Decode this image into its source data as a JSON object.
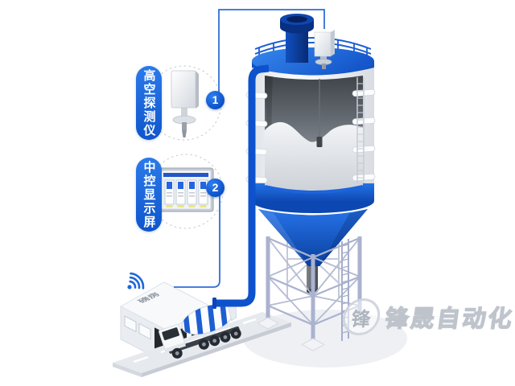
{
  "illustration": {
    "callouts": [
      {
        "number": "1",
        "label": "高空探测仪"
      },
      {
        "number": "2",
        "label": "中控显示屏"
      }
    ],
    "building": {
      "label": "磅房"
    },
    "watermark": {
      "logo_char": "锋",
      "text": "锋晟自动化"
    }
  },
  "colors": {
    "accent_blue": "#1a66dd",
    "deep_navy": "#0a3793",
    "silo_roof_blue": "#1d63d8",
    "steel_lattice": "#a9b1cd",
    "line_blue": "#2f6fd8",
    "powder_gray": "#e8ebee",
    "shadow_gray": "#eef0f4"
  }
}
